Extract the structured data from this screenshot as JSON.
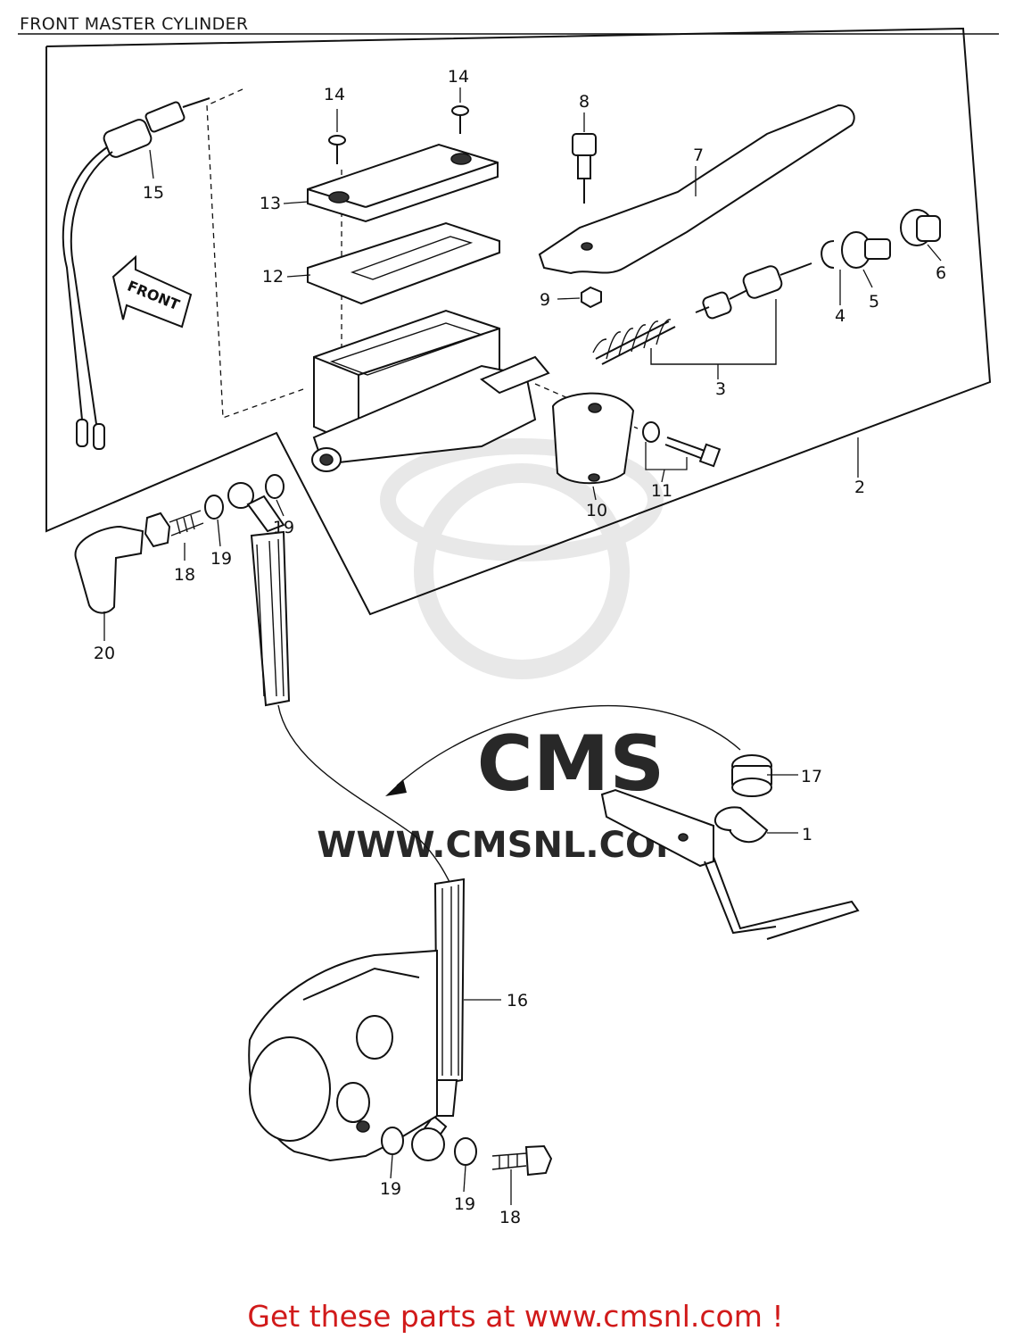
{
  "title": "FRONT MASTER CYLINDER",
  "front_tag": "FRONT",
  "watermark": {
    "brand": "CMS",
    "url": "WWW.CMSNL.COM"
  },
  "callouts": {
    "c1": "1",
    "c2": "2",
    "c3": "3",
    "c4": "4",
    "c5": "5",
    "c6": "6",
    "c7": "7",
    "c8": "8",
    "c9": "9",
    "c10": "10",
    "c11": "11",
    "c12": "12",
    "c13": "13",
    "c14a": "14",
    "c14b": "14",
    "c15": "15",
    "c16": "16",
    "c17": "17",
    "c18a": "18",
    "c18b": "18",
    "c19a": "19",
    "c19b": "19",
    "c19c": "19",
    "c19d": "19",
    "c20": "20"
  },
  "footer": "Get these parts at www.cmsnl.com !"
}
